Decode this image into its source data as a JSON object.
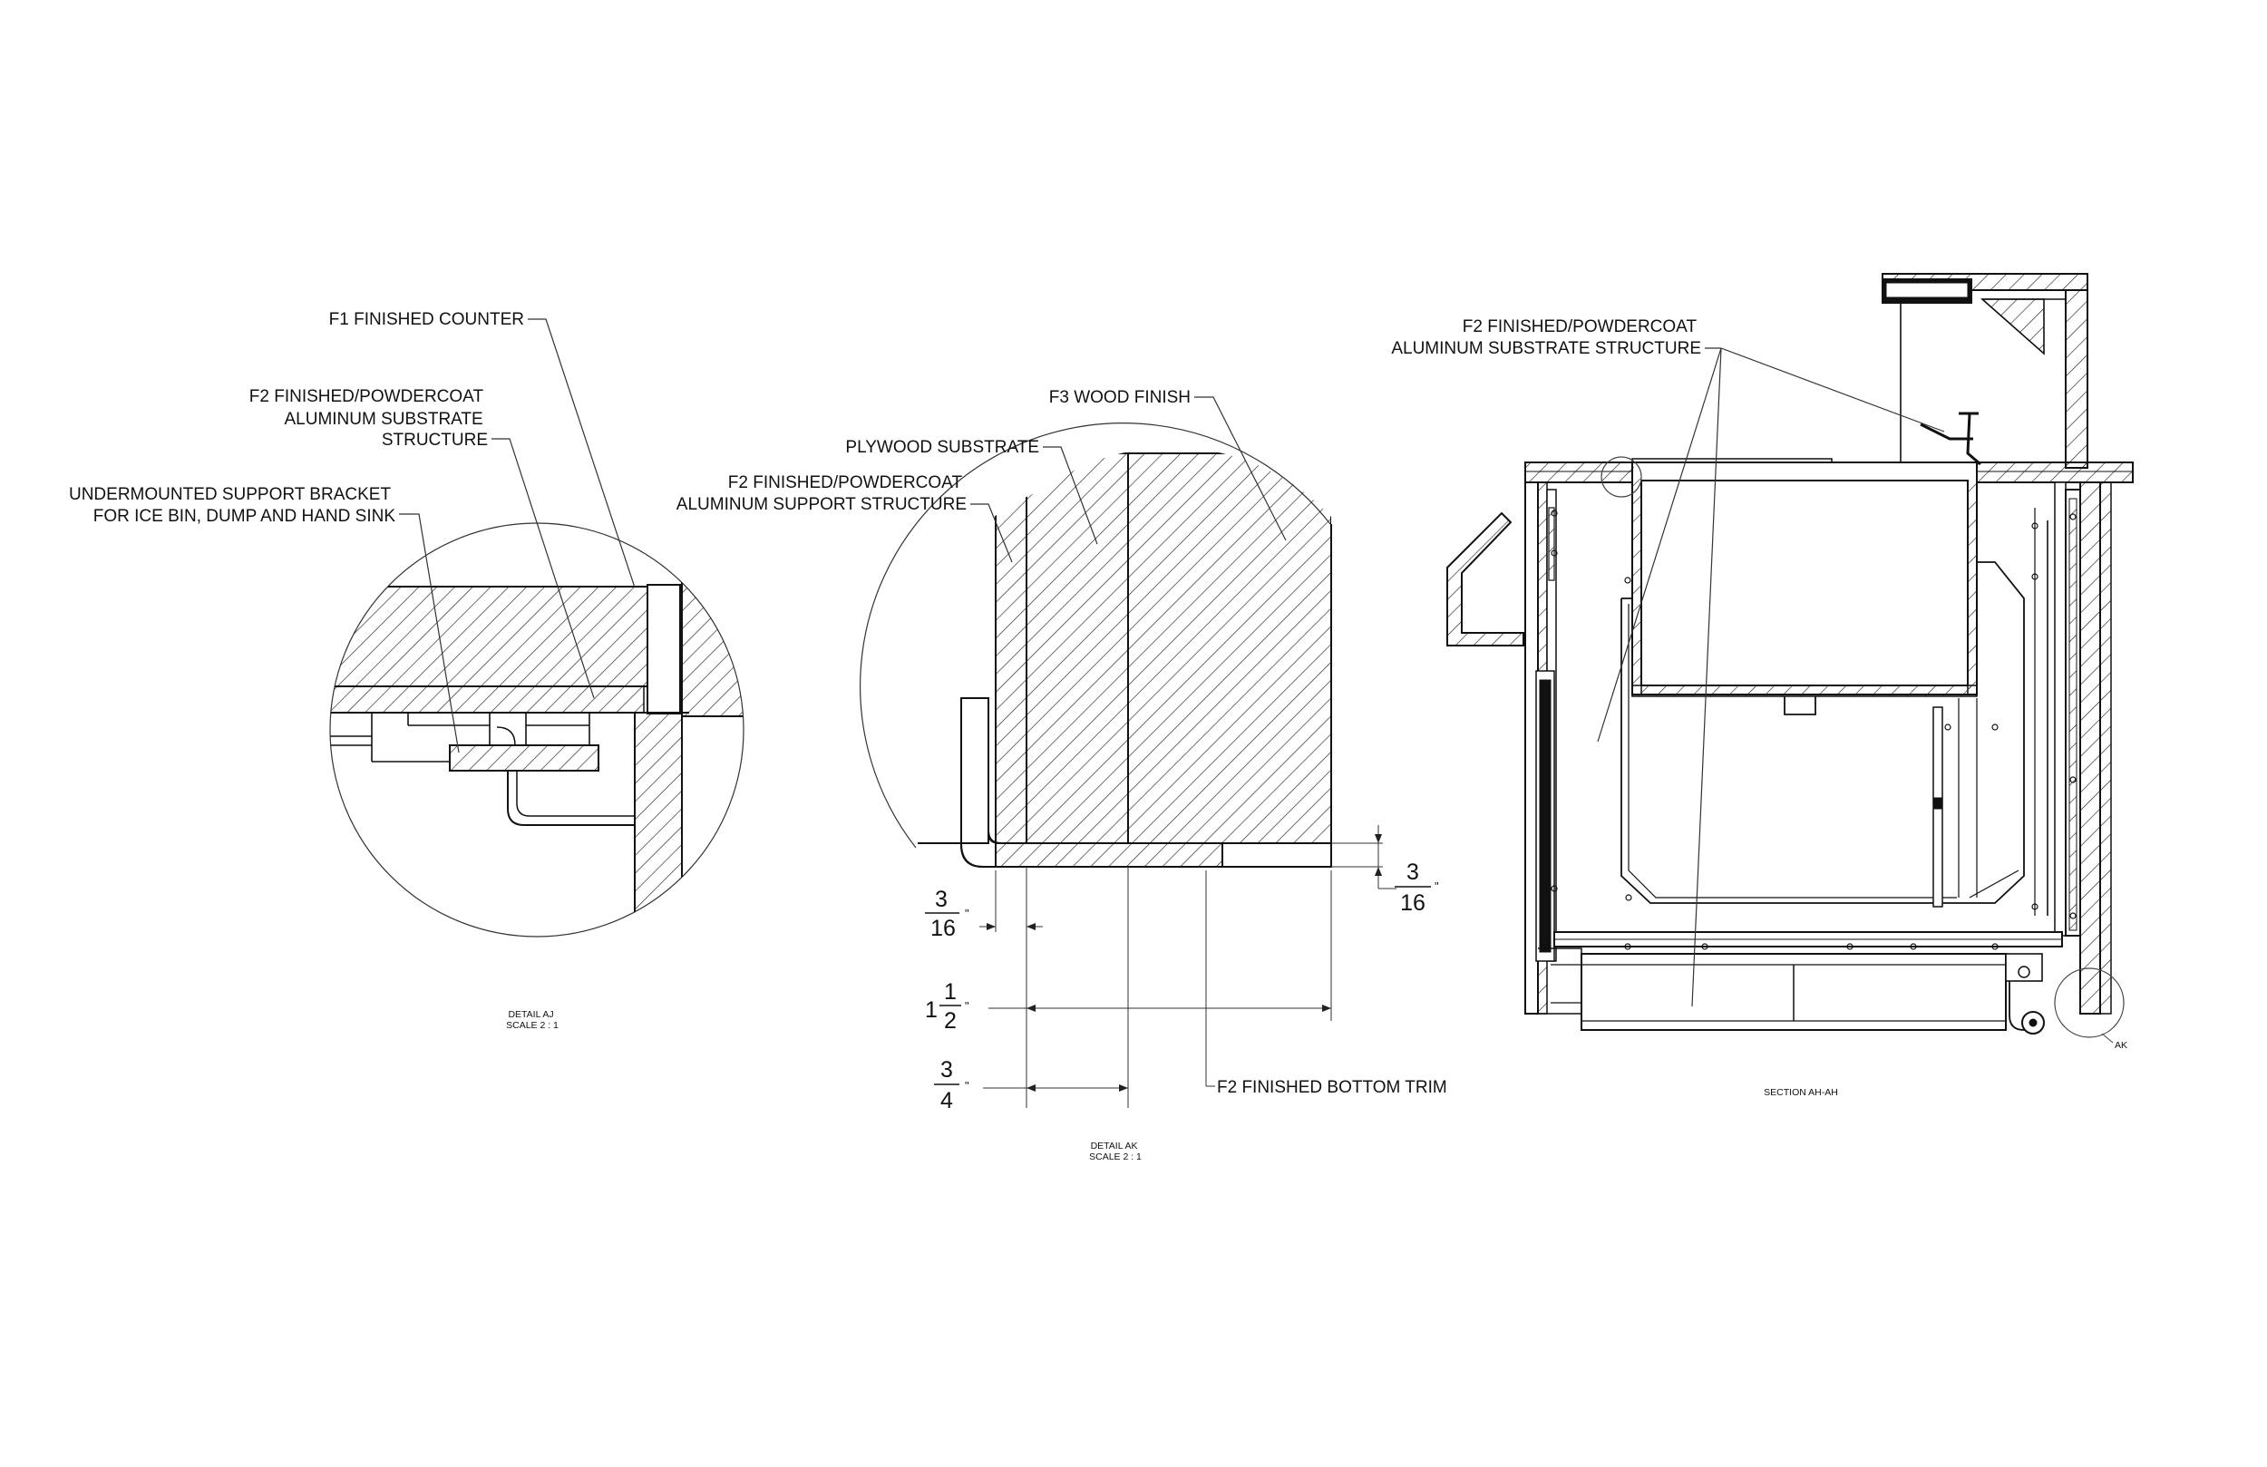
{
  "detail_aj": {
    "callouts": [
      [
        "F1 FINISHED COUNTER"
      ],
      [
        "F2 FINISHED/POWDERCOAT",
        "ALUMINUM SUBSTRATE",
        "STRUCTURE"
      ],
      [
        "UNDERMOUNTED SUPPORT BRACKET",
        "FOR ICE BIN, DUMP AND HAND SINK"
      ]
    ],
    "caption": [
      "DETAIL AJ",
      "SCALE 2 : 1"
    ]
  },
  "detail_ak": {
    "callouts": [
      [
        "F3 WOOD FINISH"
      ],
      [
        "PLYWOOD SUBSTRATE"
      ],
      [
        "F2 FINISHED/POWDERCOAT",
        "ALUMINUM SUPPORT STRUCTURE"
      ],
      [
        "F2 FINISHED BOTTOM TRIM"
      ]
    ],
    "dimensions": {
      "d1": {
        "num": "3",
        "den": "16",
        "unit": "\""
      },
      "d2": {
        "num": "3",
        "den": "16",
        "unit": "\""
      },
      "d3": {
        "whole": "1",
        "num": "1",
        "den": "2",
        "unit": "\""
      },
      "d4": {
        "num": "3",
        "den": "4",
        "unit": "\""
      }
    },
    "caption": [
      "DETAIL AK",
      "SCALE 2 : 1"
    ]
  },
  "section_ah": {
    "callouts": [
      [
        "F2 FINISHED/POWDERCOAT",
        "ALUMINUM SUBSTRATE STRUCTURE"
      ]
    ],
    "marker": "AK",
    "caption": "SECTION AH-AH"
  },
  "colors": {
    "ink": "#111111",
    "paper": "#ffffff"
  }
}
